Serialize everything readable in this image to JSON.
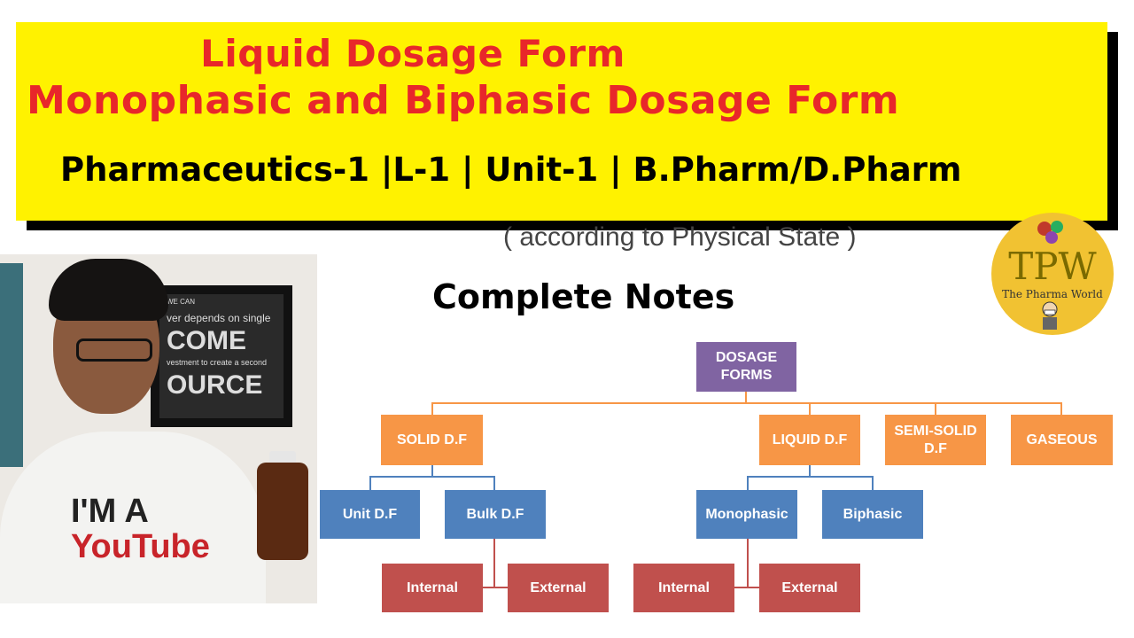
{
  "banner": {
    "title_line1": "Liquid Dosage Form",
    "title_line2": "Monophasic  and Biphasic Dosage Form",
    "subtitle": "Pharmaceutics-1 |L-1 | Unit-1 | B.Pharm/D.Pharm"
  },
  "slide": {
    "background_heading": "( according to Physical State )",
    "notes_label": "Complete Notes"
  },
  "photo": {
    "poster_lines": [
      "WE CAN",
      "ver depends on single",
      "COME",
      "vestment to create a second",
      "OURCE"
    ],
    "shirt_text_line1": "I'M A",
    "shirt_text_line2": "YouTube"
  },
  "logo": {
    "initials": "TPW",
    "name": "The Pharma World"
  },
  "diagram": {
    "root": "DOSAGE FORMS",
    "level1": [
      "SOLID D.F",
      "LIQUID D.F",
      "SEMI-SOLID D.F",
      "GASEOUS"
    ],
    "solid_children": [
      "Unit D.F",
      "Bulk D.F"
    ],
    "bulk_children": [
      "Internal",
      "External"
    ],
    "liquid_children": [
      "Monophasic",
      "Biphasic"
    ],
    "monophasic_children": [
      "Internal",
      "External"
    ]
  },
  "colors": {
    "banner": "#fff200",
    "title_red": "#e8272a",
    "root_purple": "#8064a2",
    "level1_orange": "#f79646",
    "level2_blue": "#4f81bd",
    "level3_red": "#c0504d"
  }
}
